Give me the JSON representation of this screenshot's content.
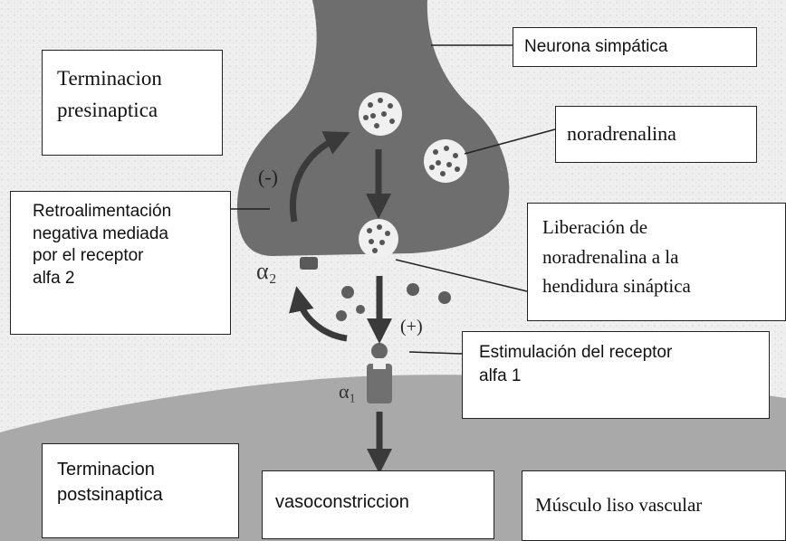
{
  "labels": {
    "neurona": "Neurona simpática",
    "presinaptica": "Terminacion\npresinaptica",
    "noradrenalina": "noradrenalina",
    "retro": "Retroalimentación\nnegativa mediada\npor el receptor\n alfa  2",
    "liberacion": "Liberación de\nnoradrenalina a la\nhendidura sináptica",
    "estimulacion": "Estimulación del receptor\n alfa  1",
    "postsinaptica": "Terminacion\npostsinaptica",
    "vasoconstriccion": "vasoconstriccion",
    "musculo": "Músculo liso  vascular"
  },
  "symbols": {
    "negativo": "(-)",
    "positivo": "(+)",
    "alfa2": "α₂",
    "alfa1": "α₁"
  },
  "colors": {
    "neuron": "#6e6e6e",
    "muscle": "#a9a9a9",
    "vesicle": "#f0f0f0",
    "dots": "#555555",
    "arrows": "#3a3a3a"
  }
}
